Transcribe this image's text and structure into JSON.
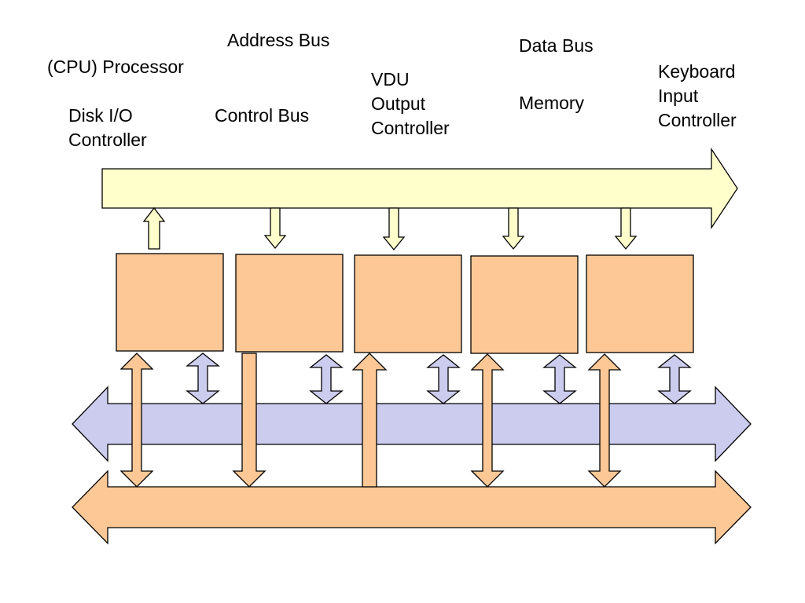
{
  "labels": {
    "cpu": "(CPU) Processor",
    "address_bus": "Address Bus",
    "data_bus": "Data Bus",
    "disk_io": "Disk I/O\nController",
    "control_bus": "Control Bus",
    "vdu": "VDU\nOutput\nController",
    "memory": "Memory",
    "keyboard": "Keyboard\nInput\nController"
  },
  "colors": {
    "address_bus_fill": "#ffffcc",
    "control_bus_fill": "#ccccee",
    "data_bus_fill": "#fdc896",
    "component_fill": "#fdc896",
    "stroke": "#000000"
  }
}
